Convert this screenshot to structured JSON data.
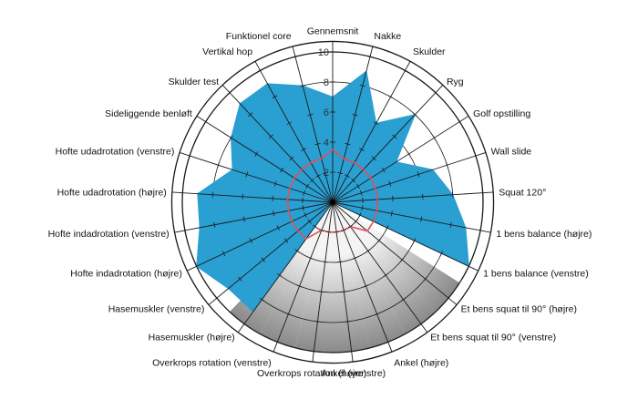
{
  "chart_data": {
    "type": "radar",
    "title": "",
    "rlim": [
      0,
      10
    ],
    "r_ticks": [
      "2",
      "4",
      "6",
      "8",
      "10"
    ],
    "grid": true,
    "legend": "none",
    "colors": {
      "fill": "#2a9fd1",
      "line": "#e0505a",
      "shade_light": "#f4f4f4",
      "shade_dark": "#8a8a8a",
      "grid": "#1a1a1a"
    },
    "categories": [
      "Gennemsnit",
      "Nakke",
      "Skulder",
      "Ryg",
      "Golf opstilling",
      "Wall slide",
      "Squat 120°",
      "1 bens balance (højre)",
      "1 bens balance (venstre)",
      "Et bens squat til 90° (højre)",
      "Et bens squat til 90° (venstre)",
      "Ankel (højre)",
      "Ankel (venstre)",
      "Overkrops rotation (højre)",
      "Overkrops rotation (venstre)",
      "Hasemuskler (højre)",
      "Hasemuskler (venstre)",
      "Hofte indadrotation (højre)",
      "Hofte indadrotation (venstre)",
      "Hofte udadrotation (højre)",
      "Hofte udadrotation (venstre)",
      "Sideliggende benløft",
      "Skulder test",
      "Vertikal hop",
      "Funktionel core"
    ],
    "series": [
      {
        "values": [
          7,
          9,
          6,
          8,
          5,
          7,
          8,
          9,
          10,
          0,
          0,
          0,
          0,
          0,
          0,
          9,
          9,
          10,
          9,
          9,
          7,
          8,
          9,
          9,
          8
        ]
      },
      {
        "values": [
          3.5,
          3,
          3,
          3,
          3,
          3,
          3,
          3,
          3,
          3,
          2,
          2,
          2,
          2,
          2,
          3,
          3,
          3,
          3,
          3,
          3,
          3,
          3,
          3,
          3
        ]
      }
    ]
  }
}
